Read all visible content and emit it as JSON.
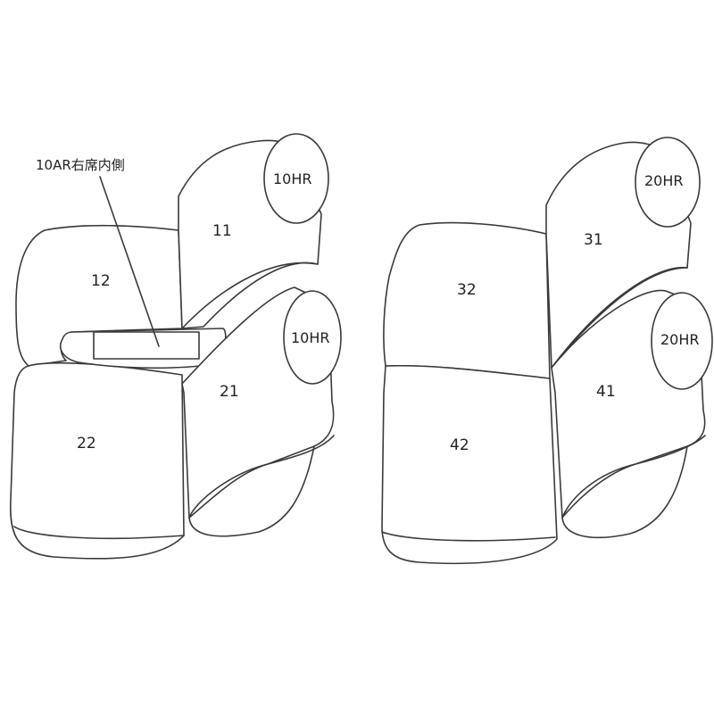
{
  "diagram": {
    "callout": "10AR右席内側",
    "left_set": {
      "parts": {
        "p11": "11",
        "p12": "12",
        "p21": "21",
        "p22": "22"
      },
      "headrests": {
        "upper": "10HR",
        "lower": "10HR"
      }
    },
    "right_set": {
      "parts": {
        "p31": "31",
        "p32": "32",
        "p41": "41",
        "p42": "42"
      },
      "headrests": {
        "upper": "20HR",
        "lower": "20HR"
      }
    },
    "colors": {
      "line": "#3a3a3a",
      "background": "#ffffff"
    }
  }
}
